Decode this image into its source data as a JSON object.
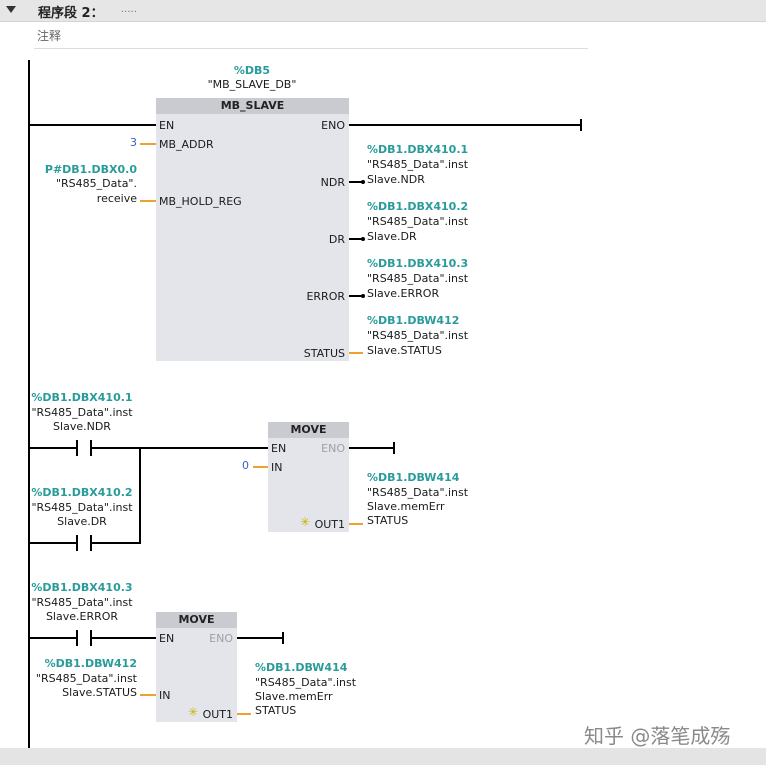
{
  "segment": {
    "title": "程序段 2：",
    "dots": ".....",
    "comment": "注释"
  },
  "mb_slave": {
    "db_addr": "%DB5",
    "db_name": "\"MB_SLAVE_DB\"",
    "title": "MB_SLAVE",
    "en": "EN",
    "eno": "ENO",
    "mb_addr": "MB_ADDR",
    "mb_addr_val": "3",
    "hold_reg": "MB_HOLD_REG",
    "hold_reg_addr": "P#DB1.DBX0.0",
    "hold_reg_l1": "\"RS485_Data\".",
    "hold_reg_l2": "receive",
    "ndr": "NDR",
    "ndr_addr": "%DB1.DBX410.1",
    "ndr_l1": "\"RS485_Data\".inst",
    "ndr_l2": "Slave.NDR",
    "dr": "DR",
    "dr_addr": "%DB1.DBX410.2",
    "dr_l1": "\"RS485_Data\".inst",
    "dr_l2": "Slave.DR",
    "error": "ERROR",
    "error_addr": "%DB1.DBX410.3",
    "error_l1": "\"RS485_Data\".inst",
    "error_l2": "Slave.ERROR",
    "status": "STATUS",
    "status_addr": "%DB1.DBW412",
    "status_l1": "\"RS485_Data\".inst",
    "status_l2": "Slave.STATUS"
  },
  "rung2": {
    "c1_addr": "%DB1.DBX410.1",
    "c1_l1": "\"RS485_Data\".inst",
    "c1_l2": "Slave.NDR",
    "c2_addr": "%DB1.DBX410.2",
    "c2_l1": "\"RS485_Data\".inst",
    "c2_l2": "Slave.DR",
    "move": "MOVE",
    "en": "EN",
    "eno": "ENO",
    "in": "IN",
    "in_val": "0",
    "out1": "OUT1",
    "out_addr": "%DB1.DBW414",
    "out_l1": "\"RS485_Data\".inst",
    "out_l2": "Slave.memErr",
    "out_l3": "STATUS"
  },
  "rung3": {
    "c_addr": "%DB1.DBX410.3",
    "c_l1": "\"RS485_Data\".inst",
    "c_l2": "Slave.ERROR",
    "move": "MOVE",
    "en": "EN",
    "eno": "ENO",
    "in": "IN",
    "out1": "OUT1",
    "in_addr": "%DB1.DBW412",
    "in_l1": "\"RS485_Data\".inst",
    "in_l2": "Slave.STATUS",
    "out_addr": "%DB1.DBW414",
    "out_l1": "\"RS485_Data\".inst",
    "out_l2": "Slave.memErr",
    "out_l3": "STATUS"
  },
  "watermark": "知乎 @落笔成殇",
  "colors": {
    "teal": "#2a9b9b",
    "orange": "#f0a030",
    "wire": "#000000"
  }
}
